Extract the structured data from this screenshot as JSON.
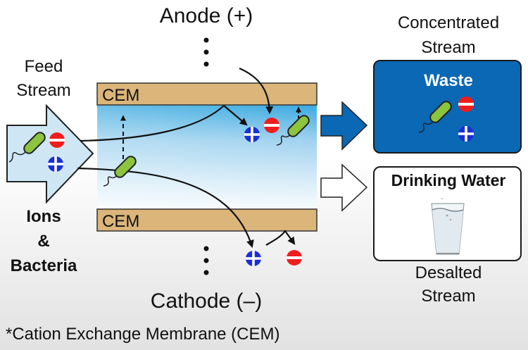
{
  "labels": {
    "anode": "Anode (+)",
    "cathode": "Cathode (–)",
    "feed_line1": "Feed",
    "feed_line2": "Stream",
    "ions_line1": "Ions",
    "ions_line2": "&",
    "ions_line3": "Bacteria",
    "membrane_top": "CEM",
    "membrane_bottom": "CEM",
    "concentrated_line1": "Concentrated",
    "concentrated_line2": "Stream",
    "waste": "Waste",
    "drinking_water": "Drinking Water",
    "desalted_line1": "Desalted",
    "desalted_line2": "Stream",
    "footnote": "*Cation Exchange Membrane (CEM)"
  },
  "colors": {
    "membrane": "#dbb57a",
    "waste_box": "#0a68b4",
    "cation": "#1a2fd6",
    "anion": "#f01d1d",
    "bacteria": "#8cc43e",
    "feed_arrow": "#cfe7f5",
    "channel_top": "#2ea6de",
    "channel_bottom": "#ffffff"
  }
}
